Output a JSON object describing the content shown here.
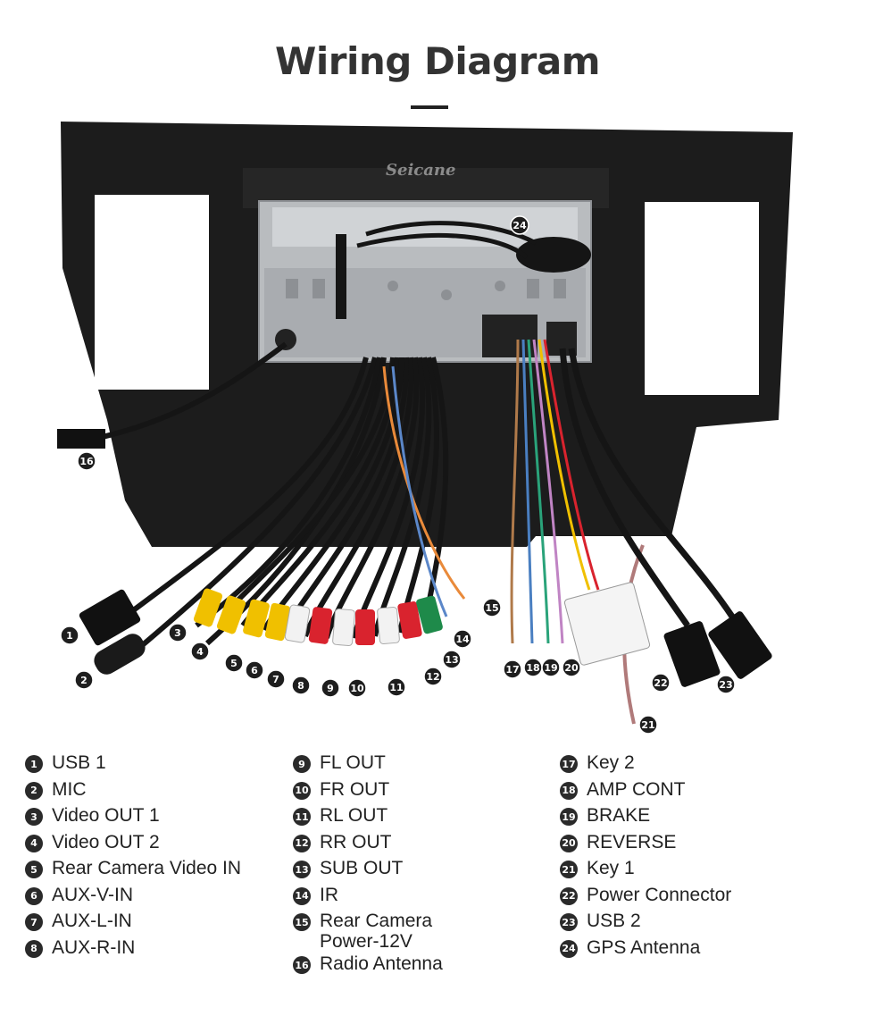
{
  "title": "Wiring Diagram",
  "watermark": "Seicane",
  "legend": {
    "col1": [
      {
        "n": "1",
        "label": "USB 1"
      },
      {
        "n": "2",
        "label": "MIC"
      },
      {
        "n": "3",
        "label": "Video OUT 1"
      },
      {
        "n": "4",
        "label": "Video OUT 2"
      },
      {
        "n": "5",
        "label": "Rear Camera Video IN"
      },
      {
        "n": "6",
        "label": "AUX-V-IN"
      },
      {
        "n": "7",
        "label": "AUX-L-IN"
      },
      {
        "n": "8",
        "label": "AUX-R-IN"
      }
    ],
    "col2": [
      {
        "n": "9",
        "label": "FL OUT"
      },
      {
        "n": "10",
        "label": "FR OUT"
      },
      {
        "n": "11",
        "label": "RL OUT"
      },
      {
        "n": "12",
        "label": "RR OUT"
      },
      {
        "n": "13",
        "label": "SUB OUT"
      },
      {
        "n": "14",
        "label": "IR"
      },
      {
        "n": "15",
        "label": "Rear Camera\nPower-12V"
      },
      {
        "n": "16",
        "label": "Radio Antenna"
      }
    ],
    "col3": [
      {
        "n": "17",
        "label": "Key 2"
      },
      {
        "n": "18",
        "label": "AMP CONT"
      },
      {
        "n": "19",
        "label": "BRAKE"
      },
      {
        "n": "20",
        "label": "REVERSE"
      },
      {
        "n": "21",
        "label": "Key 1"
      },
      {
        "n": "22",
        "label": "Power Connector"
      },
      {
        "n": "23",
        "label": "USB 2"
      },
      {
        "n": "24",
        "label": "GPS Antenna"
      }
    ]
  },
  "callouts": [
    "1",
    "2",
    "3",
    "4",
    "5",
    "6",
    "7",
    "8",
    "9",
    "10",
    "11",
    "12",
    "13",
    "14",
    "15",
    "16",
    "17",
    "18",
    "19",
    "20",
    "21",
    "22",
    "23",
    "24"
  ],
  "colors": {
    "frame": "#1c1c1c",
    "chassis": "#b9bcbf",
    "yellow": "#f0c000",
    "white": "#f2f2f2",
    "red": "#d9232e",
    "green": "#1e8a4a"
  }
}
